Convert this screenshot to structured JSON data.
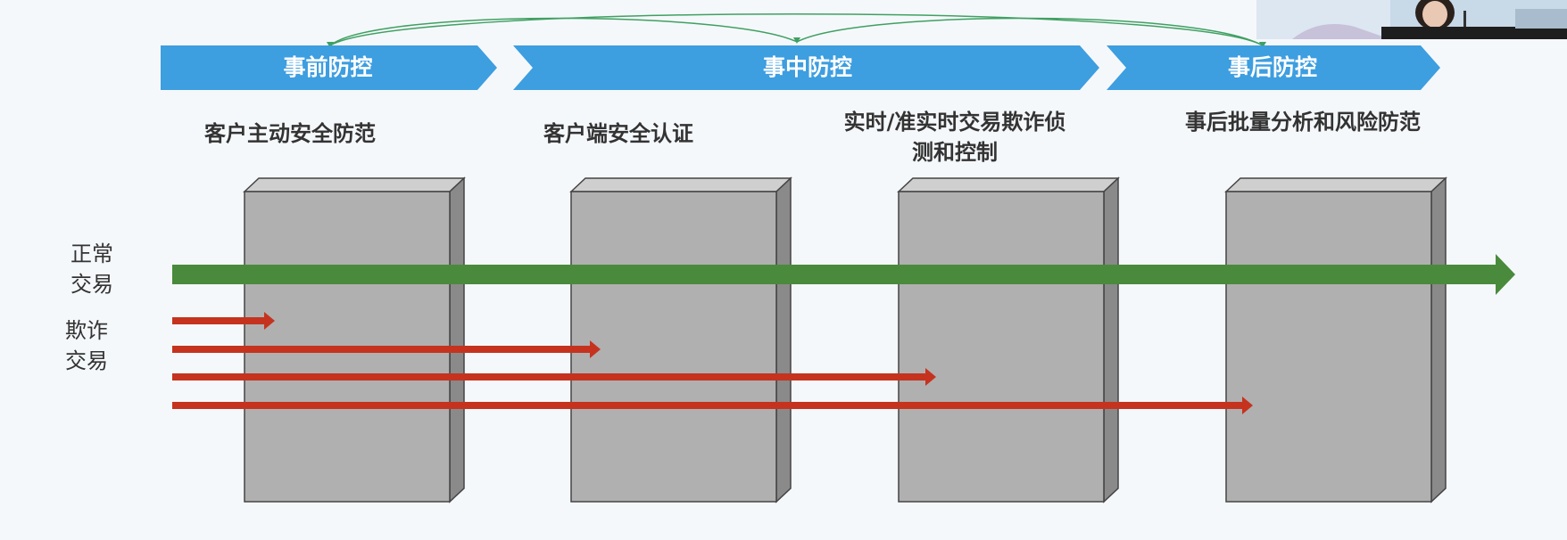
{
  "layers": [
    {
      "label": "事前防控"
    },
    {
      "label": "事中防控"
    },
    {
      "label": "事后防控"
    }
  ],
  "stages": [
    {
      "caption_lines": [
        "客户主动安全防范"
      ]
    },
    {
      "caption_lines": [
        "客户端安全认证"
      ]
    },
    {
      "caption_lines": [
        "实时/准实时交易欺诈侦",
        "测和控制"
      ]
    },
    {
      "caption_lines": [
        "事后批量分析和风险防范"
      ]
    }
  ],
  "flows": {
    "normal_label": [
      "正常",
      "交易"
    ],
    "fraud_label": [
      "欺诈",
      "交易"
    ]
  },
  "colors": {
    "chevron": "#3d9ee0",
    "wall_front": "#b0b0b0",
    "wall_top": "#cfcfcf",
    "wall_side": "#8a8a8a",
    "normal_arrow": "#4a8a3c",
    "fraud_arrow": "#c5331f",
    "connector": "#3fa062"
  },
  "video_thumbnail": {
    "icon": "presenter-video-icon"
  }
}
